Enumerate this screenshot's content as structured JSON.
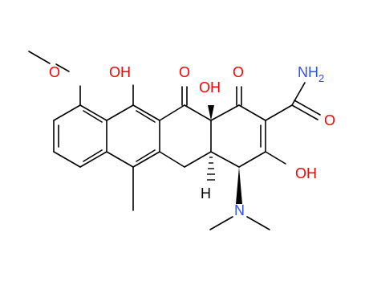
{
  "atom_labels": {
    "methoxy_o": "O",
    "oh_top": "OH",
    "keto_o_left": "O",
    "oh_center": "OH",
    "keto_o_right": "O",
    "amide_n": "NH",
    "amide_n_sub": "2",
    "amide_o": "O",
    "oh_enol": "OH",
    "ring_h": "H",
    "amine_n": "N"
  },
  "colors": {
    "oxygen": "#ff0000",
    "nitrogen": "#3050f8",
    "bond": "#000000"
  }
}
